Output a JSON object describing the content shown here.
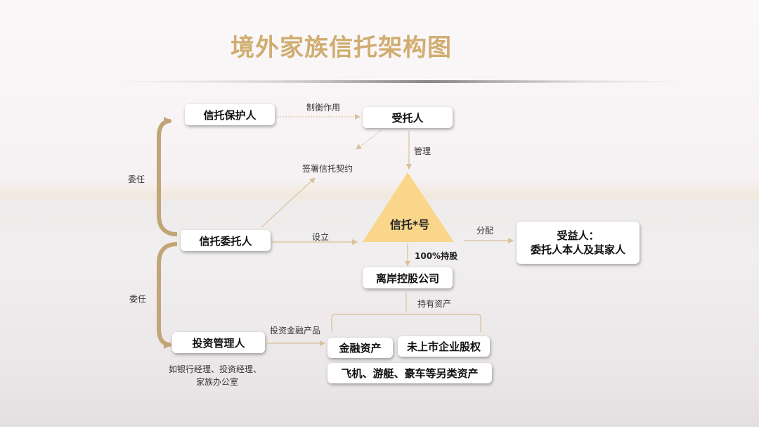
{
  "title": "境外家族信托架构图",
  "nodes": {
    "protector": "信托保护人",
    "trustee": "受托人",
    "settlor": "信托委托人",
    "trust": "信托*号",
    "beneficiary_line1": "受益人：",
    "beneficiary_line2": "委托人本人及其家人",
    "holding": "离岸控股公司",
    "investment_manager": "投资管理人",
    "financial_assets": "金融资产",
    "unlisted_equity": "未上市企业股权",
    "alt_assets": "飞机、游艇、豪车等另类资产"
  },
  "labels": {
    "checks": "制衡作用",
    "manage": "管理",
    "sign_contract": "签署信托契约",
    "entrust_top": "委任",
    "entrust_bottom": "委任",
    "establish": "设立",
    "distribute": "分配",
    "hold_100": "100%持股",
    "hold_assets": "持有资产",
    "invest_products": "投资金融产品",
    "im_examples_line1": "如银行经理、投资经理、",
    "im_examples_line2": "家族办公室"
  },
  "colors": {
    "title": "#d0ad70",
    "bracket": "#c2a576",
    "triangle": "#f9d689",
    "arrow": "#d8c09a"
  }
}
